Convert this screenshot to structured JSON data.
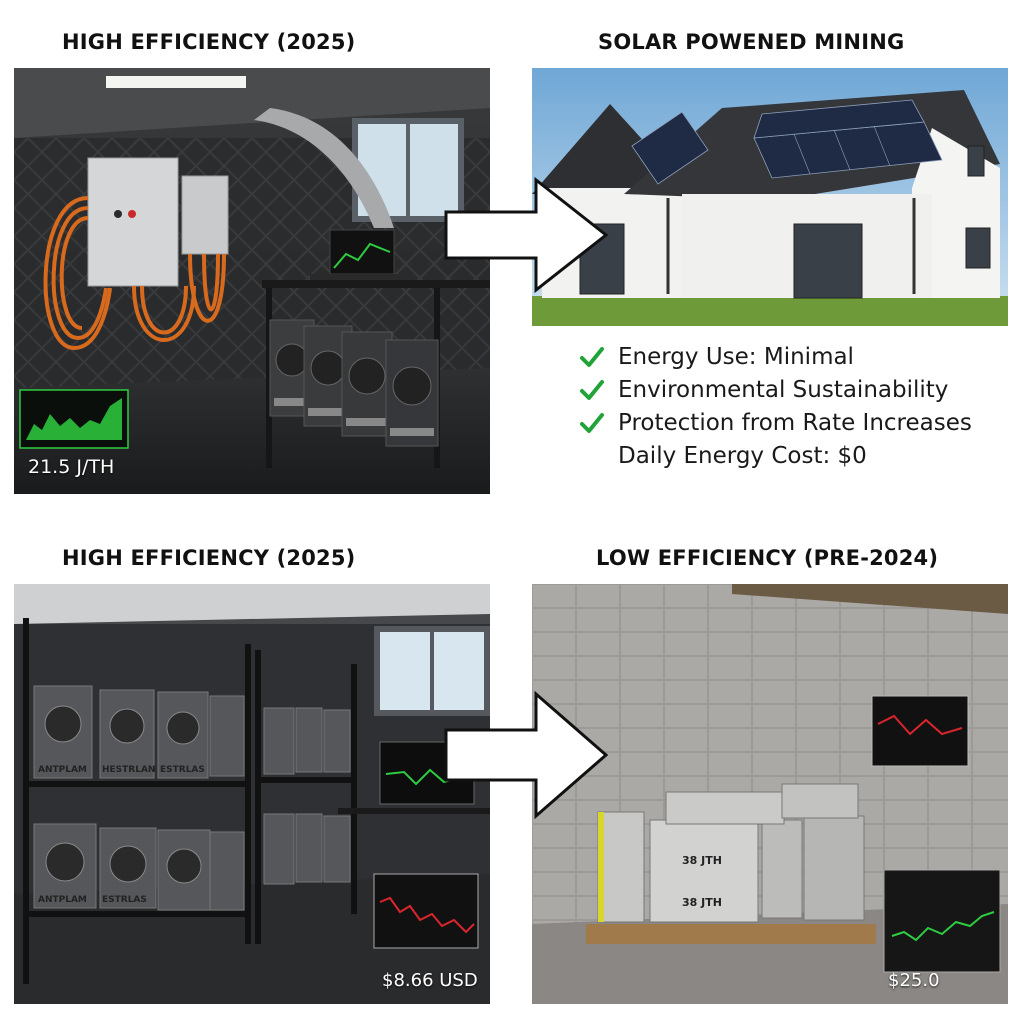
{
  "panels": {
    "top_left": {
      "heading": "HIGH EFFICIENCY (2025)",
      "readout": "21.5 J/TH"
    },
    "top_right": {
      "heading": "SOLAR POWENED MINING",
      "checklist": [
        {
          "text": "Energy Use: Minimal",
          "checked": true
        },
        {
          "text": "Environmental Sustainability",
          "checked": true
        },
        {
          "text": "Protection from Rate Increases",
          "checked": true
        },
        {
          "text": "Daily Energy Cost: $0",
          "checked": false
        }
      ]
    },
    "bottom_left": {
      "heading": "HIGH EFFICIENCY (2025)",
      "readout": "$8.66 USD",
      "unit_labels": [
        "ANTPLAM",
        "HESTRLAN",
        "ESTRLAS",
        "ANTPLAM",
        "ESTRLAS"
      ]
    },
    "bottom_right": {
      "heading": "LOW EFFICIENCY (PRE-2024)",
      "readout": "$25.0",
      "unit_labels": [
        "38 JTH",
        "38 JTH"
      ]
    }
  },
  "colors": {
    "check_green": "#22a33a",
    "chart_green": "#2ecc40",
    "chart_red": "#d9262c",
    "cable_orange": "#d86a1e"
  },
  "icons": [
    "check-icon",
    "right-arrow-icon"
  ]
}
